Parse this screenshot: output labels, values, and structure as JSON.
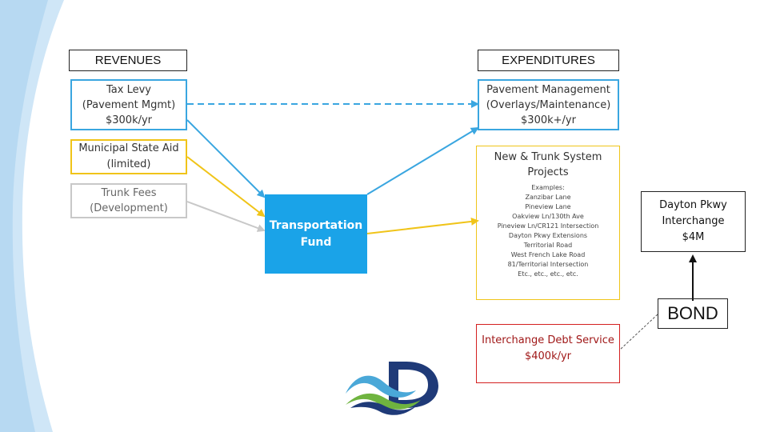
{
  "headers": {
    "revenues": "REVENUES",
    "expenditures": "EXPENDITURES"
  },
  "revenues": {
    "tax_levy": [
      "Tax Levy",
      "(Pavement Mgmt)",
      "$300k/yr"
    ],
    "msa": [
      "Municipal State Aid",
      "(limited)"
    ],
    "trunk_fees": [
      "Trunk Fees",
      "(Development)"
    ]
  },
  "fund": [
    "Transportation",
    "Fund"
  ],
  "expenditures": {
    "pavement": [
      "Pavement Management",
      "(Overlays/Maintenance)",
      "$300k+/yr"
    ],
    "new_trunk": {
      "title": [
        "New & Trunk System",
        "Projects"
      ],
      "examples_label": "Examples:",
      "examples": [
        "Zanzibar Lane",
        "Pineview Lane",
        "Oakview Ln/130th Ave",
        "Pineview Ln/CR121 Intersection",
        "Dayton Pkwy Extensions",
        "Territorial Road",
        "West French Lake Road",
        "81/Territorial Intersection",
        "Etc., etc., etc., etc."
      ]
    },
    "debt_service": [
      "Interchange Debt Service",
      "$400k/yr"
    ]
  },
  "dayton": [
    "Dayton Pkwy",
    "Interchange",
    "$4M"
  ],
  "bond": "BOND",
  "colors": {
    "blue": "#3aa6e0",
    "yellow": "#f0c419",
    "gray": "#c8c8c8",
    "fund": "#1aa3e8",
    "red": "#d42020",
    "logo_blue": "#1f3a78",
    "logo_green": "#6fb43f",
    "logo_light": "#4aa8d8"
  },
  "icons": {
    "logo": "dayton-d-logo",
    "wave": "decorative-wave"
  }
}
